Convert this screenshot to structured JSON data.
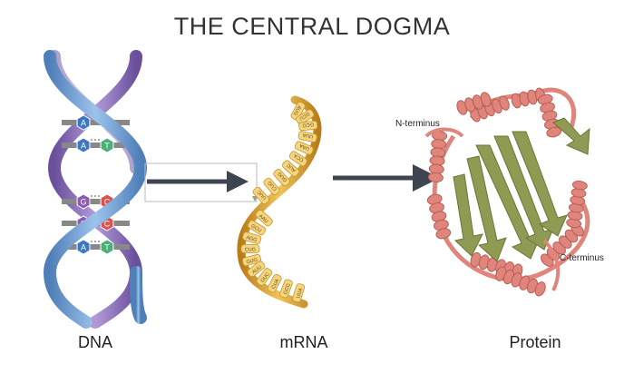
{
  "title": "THE CENTRAL DOGMA",
  "labels": {
    "dna": "DNA",
    "mrna": "mRNA",
    "protein": "Protein"
  },
  "protein_terms": {
    "n_terminus": "N-terminus",
    "c_terminus": "C-terminus"
  },
  "dna_bases": [
    [
      "A",
      "T"
    ],
    [
      "A",
      "T"
    ],
    [
      "G",
      "C"
    ],
    [
      "G",
      "C"
    ],
    [
      "A",
      "T"
    ]
  ],
  "codons": [
    "AUG",
    "GCU",
    "GCG",
    "UUA",
    "UAA",
    "CCA",
    "AUC",
    "GUG",
    "CUG",
    "UUC",
    "AAU",
    "GCU",
    "AGG",
    "CUG",
    "GUG",
    "AUU",
    "GUC",
    "CUA",
    "GCG",
    "UUA"
  ],
  "colors": {
    "dna_blue": "#6f9fd4",
    "dna_purple": "#8b6bb8",
    "adenine": "#3b78c4",
    "thymine": "#4caf7a",
    "guanine": "#8b5bb0",
    "cytosine": "#d9534f",
    "mrna": "#d9a232",
    "helix": "#e0857c",
    "sheet": "#8f9a52",
    "arrow": "#3e4450"
  }
}
